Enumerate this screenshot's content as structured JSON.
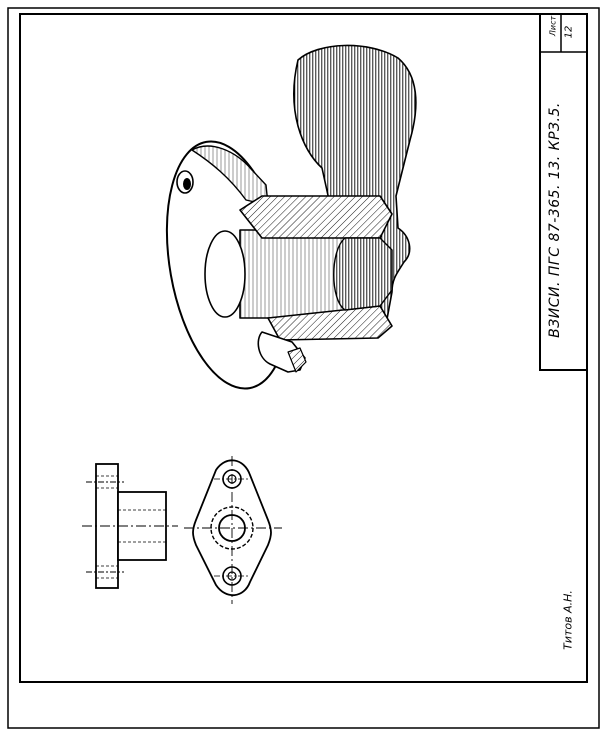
{
  "title_block": {
    "code": "ВЗИСИ. ПГС 87-365. 13. КРЗ.5.",
    "sheet_label": "Лист",
    "sheet_number": "12"
  },
  "author": "Титов А.Н."
}
